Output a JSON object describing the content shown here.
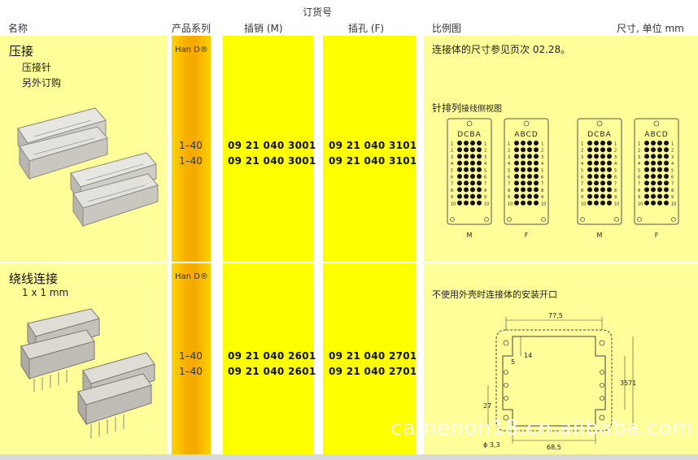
{
  "header": {
    "order_no": "订货号",
    "name": "名称",
    "series": "产品系列",
    "pin": "插销 (M)",
    "socket": "插孔 (F)",
    "drawing": "比例图",
    "dimension": "尺寸, 单位 mm"
  },
  "rows": [
    {
      "title": "压接",
      "sub1": "压接针",
      "sub2": "另外订购",
      "series_label": "Han D®",
      "ranges": [
        "1–40",
        "1–40"
      ],
      "pins": [
        "09 21 040 3001",
        "09 21 040 3001"
      ],
      "sockets": [
        "09 21 040 3101",
        "09 21 040 3101"
      ],
      "note": "连接体的尺寸参见页次 02.28。",
      "diagram_caption_main": "针排列",
      "diagram_caption_small": "接线侧视图",
      "panel_letters_m": "DCBA",
      "panel_letters_f": "ABCD",
      "panel_label_m": "M",
      "panel_label_f": "F",
      "row_numbers": [
        "1",
        "2",
        "3",
        "4",
        "5",
        "6",
        "7",
        "8",
        "9",
        "10"
      ]
    },
    {
      "title": "绕线连接",
      "sub1": "1 x 1 mm",
      "series_label": "Han D®",
      "ranges": [
        "1–40",
        "1–40"
      ],
      "pins": [
        "09 21 040 2601",
        "09 21 040 2601"
      ],
      "sockets": [
        "09 21 040 2701",
        "09 21 040 2701"
      ],
      "note": "不使用外壳时连接体的安装开口",
      "dims": {
        "w1": "77,5",
        "w2": "68,5",
        "h1": "14",
        "h2": "35",
        "h3": "71",
        "h4": "27",
        "h5": "5",
        "hole": "ϕ 3,3"
      }
    }
  ],
  "watermark": "camenon18.cn.alibaba.com"
}
